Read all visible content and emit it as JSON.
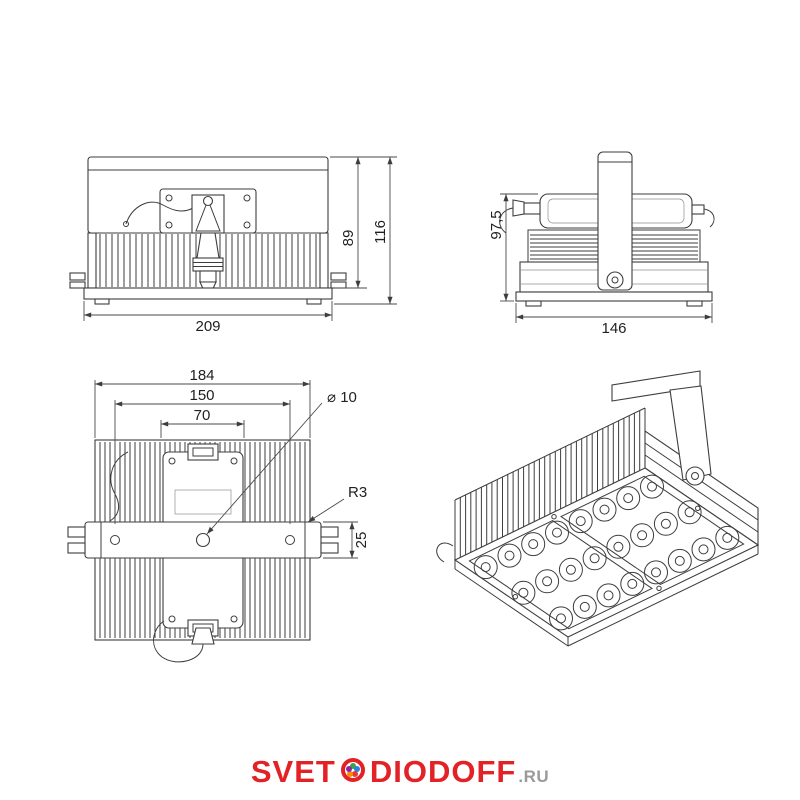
{
  "colors": {
    "ink": "#3d3d3d",
    "dim_ink": "#4a4a4a",
    "logo_red": "#e32226",
    "logo_suffix_gray": "#9a9a9a",
    "logo_dots": [
      "#43a047",
      "#1e88e5",
      "#e53935",
      "#fb8c00",
      "#8e24aa"
    ]
  },
  "views": {
    "front": {
      "dim_width": "209",
      "dim_height_body": "89",
      "dim_height_total": "116"
    },
    "side": {
      "dim_width": "146",
      "dim_height": "97,5"
    },
    "top": {
      "dim_width_total": "184",
      "dim_width_mid": "150",
      "dim_width_inner": "70",
      "dim_hole_diameter": "⌀ 10",
      "dim_corner_radius": "R3",
      "dim_bracket_width": "25"
    }
  },
  "logo": {
    "prefix": "SVET",
    "middle": "DIODOFF",
    "suffix": ".RU"
  }
}
